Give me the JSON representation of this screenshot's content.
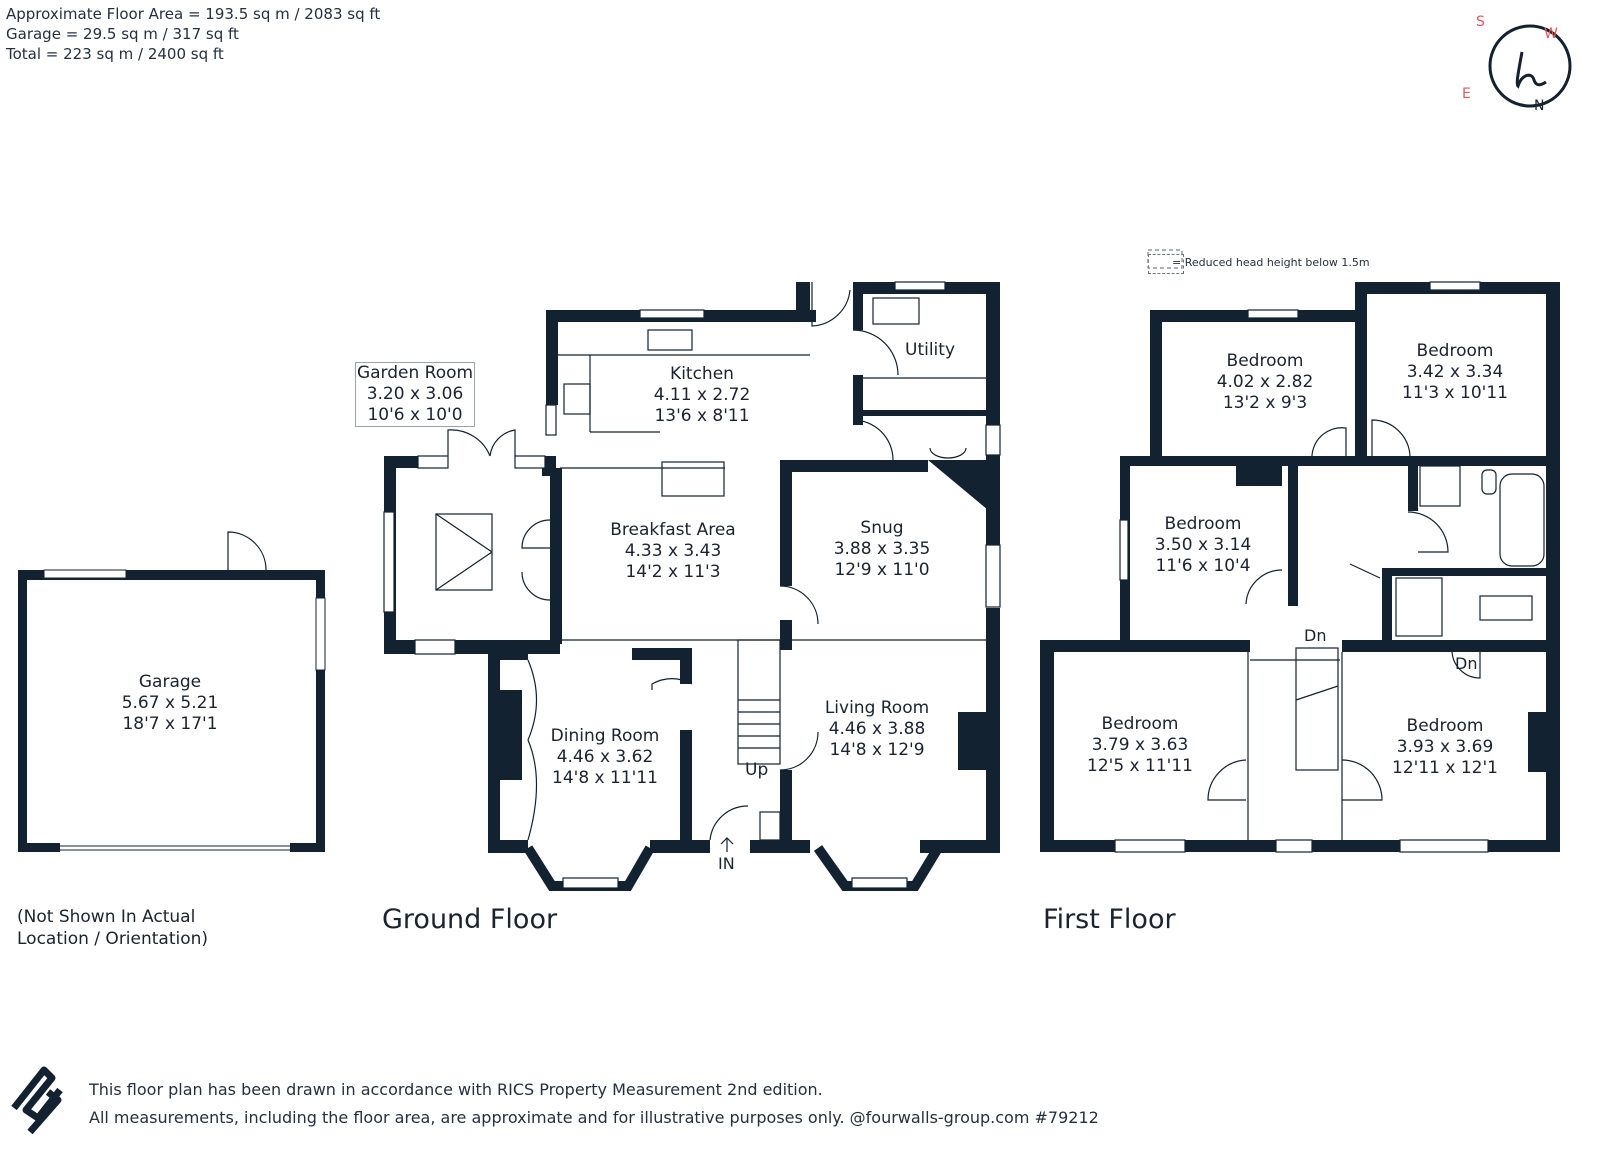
{
  "areas": {
    "floor_area": "Approximate Floor Area = 193.5 sq m / 2083 sq ft",
    "garage": "Garage = 29.5 sq m / 317 sq ft",
    "total": "Total = 223 sq m / 2400 sq ft"
  },
  "compass": {
    "s": "S",
    "w": "W",
    "e": "E",
    "n": "N",
    "mark": "h"
  },
  "legend": {
    "text": "= Reduced head height below 1.5m"
  },
  "garage_note": {
    "line1": "(Not Shown In Actual",
    "line2": "Location / Orientation)"
  },
  "floors": {
    "ground": "Ground Floor",
    "first": "First Floor"
  },
  "ground_rooms": {
    "garage": {
      "name": "Garage",
      "metric": "5.67 x 5.21",
      "imperial": "18'7 x 17'1"
    },
    "garden_room": {
      "name": "Garden Room",
      "metric": "3.20 x 3.06",
      "imperial": "10'6 x 10'0"
    },
    "kitchen": {
      "name": "Kitchen",
      "metric": "4.11 x 2.72",
      "imperial": "13'6 x 8'11"
    },
    "utility": {
      "name": "Utility"
    },
    "breakfast": {
      "name": "Breakfast Area",
      "metric": "4.33 x 3.43",
      "imperial": "14'2 x 11'3"
    },
    "snug": {
      "name": "Snug",
      "metric": "3.88 x 3.35",
      "imperial": "12'9 x 11'0"
    },
    "dining": {
      "name": "Dining Room",
      "metric": "4.46 x 3.62",
      "imperial": "14'8 x 11'11"
    },
    "living": {
      "name": "Living Room",
      "metric": "4.46 x 3.88",
      "imperial": "14'8 x 12'9"
    },
    "up": "Up",
    "in": "IN"
  },
  "first_rooms": {
    "bed1": {
      "name": "Bedroom",
      "metric": "4.02 x 2.82",
      "imperial": "13'2 x 9'3"
    },
    "bed2": {
      "name": "Bedroom",
      "metric": "3.42 x 3.34",
      "imperial": "11'3 x 10'11"
    },
    "bed3": {
      "name": "Bedroom",
      "metric": "3.50 x 3.14",
      "imperial": "11'6 x 10'4"
    },
    "bed4": {
      "name": "Bedroom",
      "metric": "3.79 x 3.63",
      "imperial": "12'5 x 11'11"
    },
    "bed5": {
      "name": "Bedroom",
      "metric": "3.93 x 3.69",
      "imperial": "12'11 x 12'1"
    },
    "dn1": "Dn",
    "dn2": "Dn"
  },
  "footer": {
    "line1": "This floor plan has been drawn in accordance with RICS Property Measurement 2nd edition.",
    "line2": "All measurements, including the floor area, are approximate and for illustrative purposes only. @fourwalls-group.com #79212"
  },
  "colors": {
    "wall": "#132230",
    "accent": "#e25a5a"
  }
}
